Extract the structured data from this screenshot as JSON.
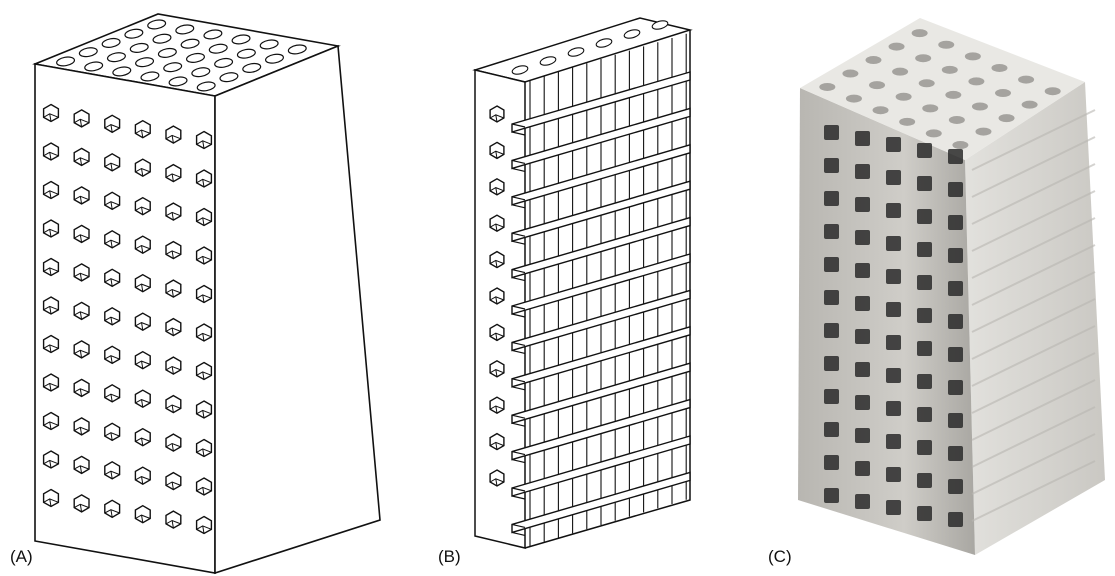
{
  "panels": [
    {
      "id": "a",
      "label": "(A)"
    },
    {
      "id": "b",
      "label": "(B)"
    },
    {
      "id": "c",
      "label": "(C)"
    }
  ],
  "colors": {
    "line": "#111111",
    "background": "#ffffff",
    "photo_light": "#e9e8e4",
    "photo_shadow": "#8e8c88",
    "photo_hole": "#2a2a2a"
  },
  "icons": [
    "hexagonal-hole-icon"
  ]
}
